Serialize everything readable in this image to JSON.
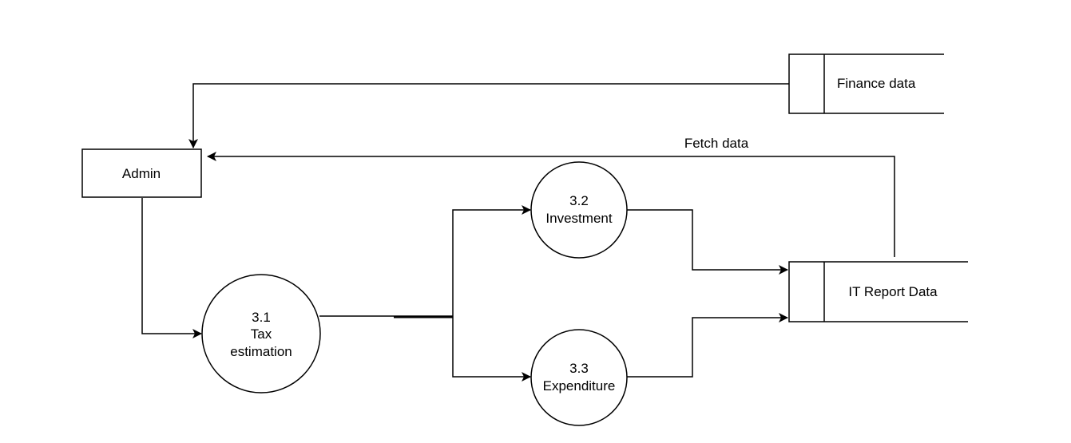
{
  "diagram": {
    "nodes": {
      "admin": {
        "label": "Admin"
      },
      "finance_store": {
        "label": "Finance data"
      },
      "it_report_store": {
        "label": "IT Report Data"
      },
      "p31": {
        "id": "3.1",
        "line1": "Tax",
        "line2": "estimation"
      },
      "p32": {
        "id": "3.2",
        "line1": "Investment"
      },
      "p33": {
        "id": "3.3",
        "line1": "Expenditure"
      }
    },
    "edges": {
      "fetch": {
        "label": "Fetch data"
      }
    }
  }
}
